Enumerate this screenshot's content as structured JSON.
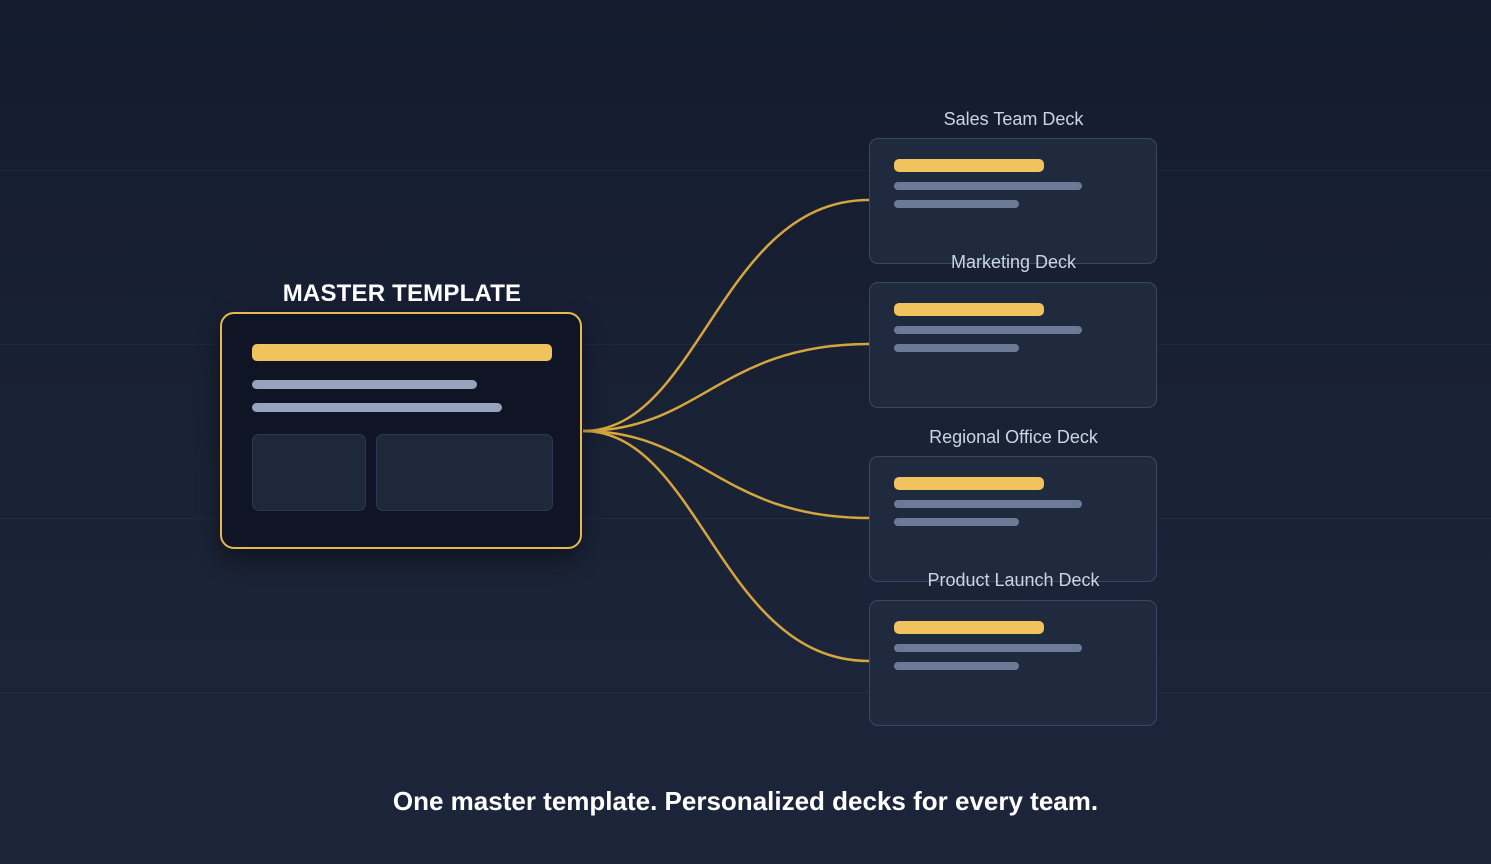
{
  "master": {
    "title": "MASTER TEMPLATE"
  },
  "decks": [
    {
      "label": "Sales Team Deck"
    },
    {
      "label": "Marketing Deck"
    },
    {
      "label": "Regional Office Deck"
    },
    {
      "label": "Product Launch Deck"
    }
  ],
  "tagline": "One master template. Personalized decks for every team.",
  "colors": {
    "accent": "#e6b84f",
    "accent_bar": "#f0c35c",
    "background": "#161d30",
    "card": "#1f2a3f",
    "label_text": "#cdd5e3"
  }
}
